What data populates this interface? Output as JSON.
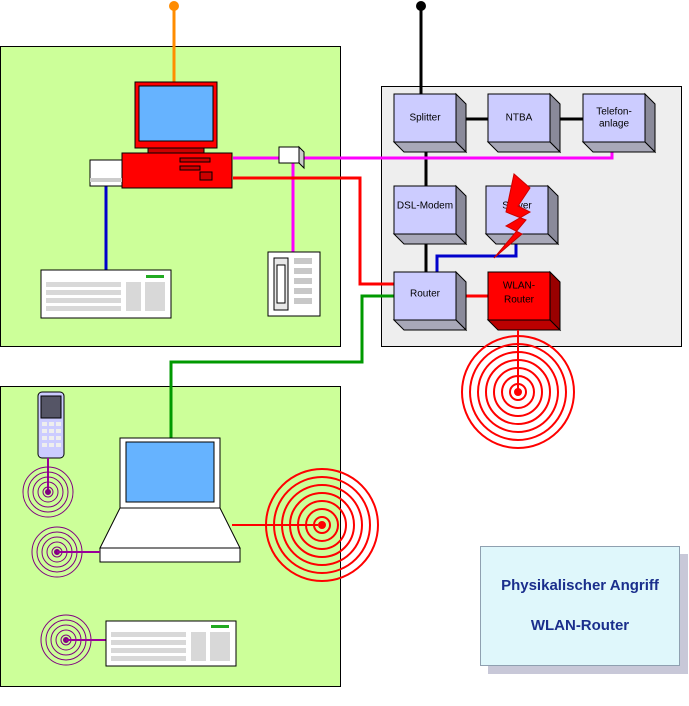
{
  "nodes": {
    "splitter": "Splitter",
    "ntba": "NTBA",
    "telefonanlage_1": "Telefon-",
    "telefonanlage_2": "anlage",
    "dsl_modem": "DSL-Modem",
    "server": "Server",
    "router": "Router",
    "wlan_router_1": "WLAN-",
    "wlan_router_2": "Router"
  },
  "caption": {
    "line1": "Physikalischer Angriff",
    "line2": "WLAN-Router"
  },
  "colors": {
    "zone_green": "#ccff99",
    "zone_grey": "#eeeeee",
    "node_fill": "#ccccff",
    "wlan_fill": "#ff0000",
    "cable_black": "#000000",
    "cable_orange": "#ff8c00",
    "cable_magenta": "#ff00ff",
    "cable_red": "#ff0000",
    "cable_blue": "#0000cc",
    "cable_green": "#009900",
    "cable_purple": "#990099",
    "radio_red": "#ff0000",
    "radio_purple": "#800080"
  },
  "icons": [
    "desktop-pc-icon",
    "keyboard-icon",
    "telephone-icon",
    "mobile-phone-icon",
    "laptop-icon",
    "radio-waves-icon",
    "lightning-icon"
  ]
}
